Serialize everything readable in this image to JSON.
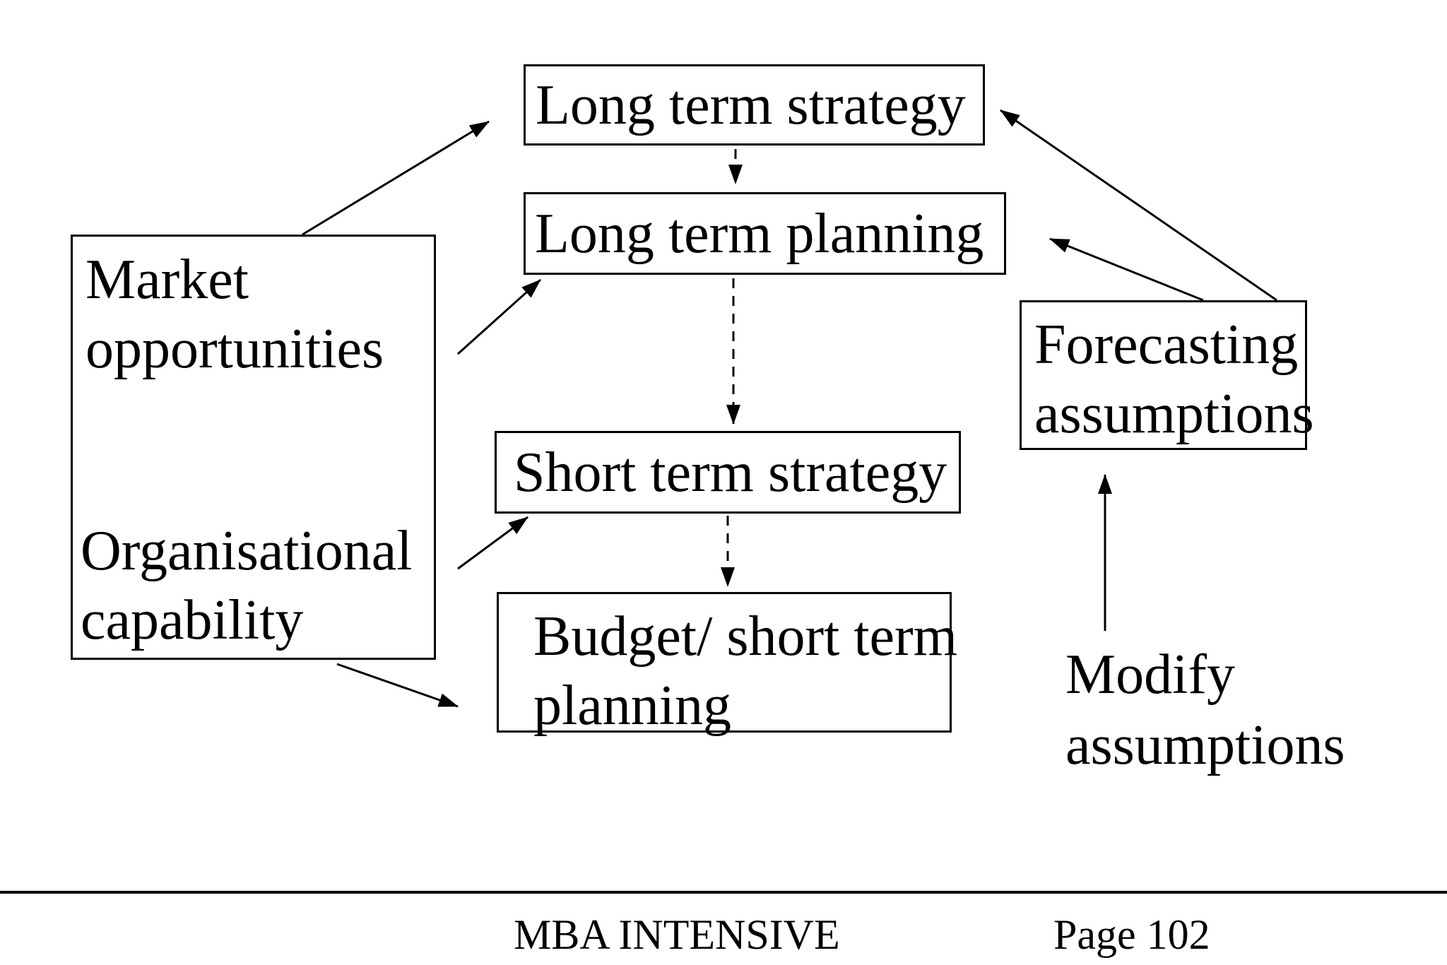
{
  "colors": {
    "ink": "#000000",
    "background": "#ffffff"
  },
  "diagram": {
    "inputs_box": {
      "line1": "Market",
      "line2": "opportunities",
      "line3": "Organisational",
      "line4": "capability"
    },
    "long_term_strategy": {
      "label": "Long term strategy"
    },
    "long_term_planning": {
      "label": "Long term planning"
    },
    "short_term_strategy": {
      "label": "Short term strategy"
    },
    "budget_box": {
      "line1": "Budget/ short term",
      "line2": "planning"
    },
    "forecasting_box": {
      "line1": "Forecasting",
      "line2": "assumptions"
    },
    "modify_label": {
      "line1": "Modify",
      "line2": "assumptions"
    }
  },
  "footer": {
    "course_title": "MBA INTENSIVE",
    "page_number": "Page 102"
  }
}
